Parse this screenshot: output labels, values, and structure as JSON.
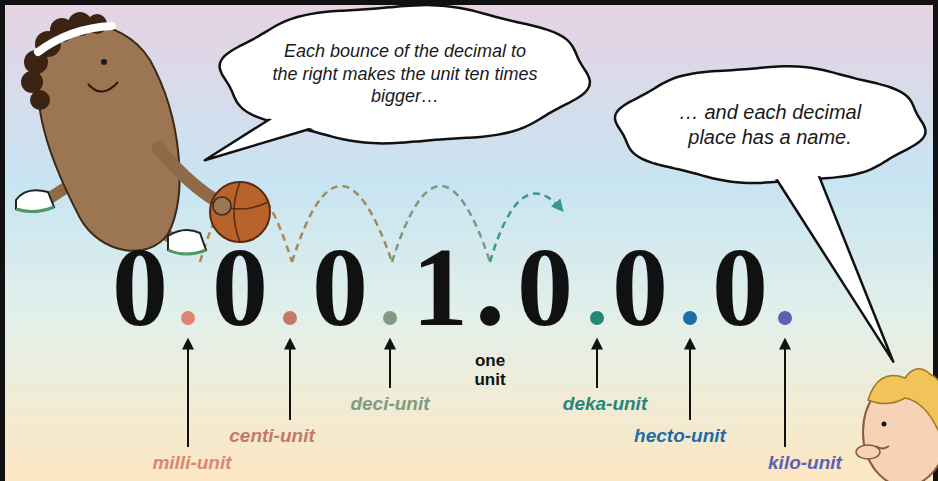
{
  "diagram": {
    "nodes": [
      {
        "text": [
          "Each bounce of the decimal to the right makes the unit ten times bigger…"
        ]
      },
      {
        "text": [
          "… and each decimal place has a name."
        ]
      }
    ],
    "labels": [
      "0",
      "0",
      "0",
      "1",
      "0",
      "0",
      "0",
      "one unit",
      "milli-unit",
      "centi-unit",
      "deci-unit",
      "deka-unit",
      "hecto-unit",
      "kilo-unit"
    ]
  }
}
